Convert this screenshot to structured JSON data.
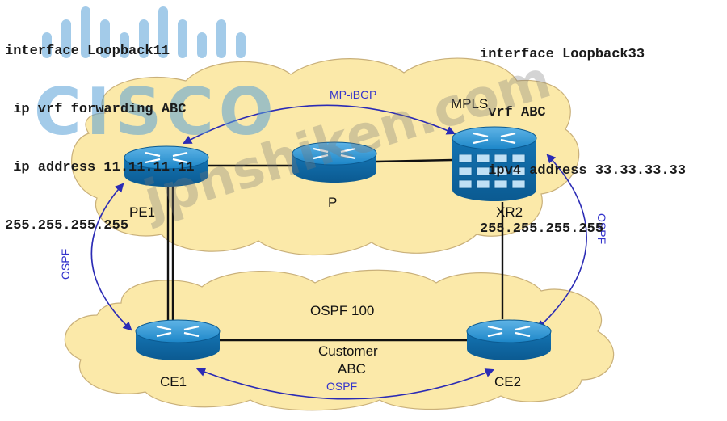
{
  "config_left": {
    "lines": [
      "interface Loopback11",
      " ip vrf forwarding ABC",
      " ip address 11.11.11.11",
      "255.255.255.255"
    ]
  },
  "config_right": {
    "lines": [
      "interface Loopback33",
      " vrf ABC",
      " ipv4 address 33.33.33.33",
      "255.255.255.255"
    ]
  },
  "clouds": {
    "top_label": "MPLS",
    "bottom_label": "OSPF 100",
    "customer_line1": "Customer",
    "customer_line2": "ABC"
  },
  "links": {
    "mp_ibgp": "MP-iBGP",
    "ospf_left": "OSPF",
    "ospf_right": "OSPF",
    "ospf_bottom": "OSPF"
  },
  "routers": {
    "pe1": "PE1",
    "p": "P",
    "xr2": "XR2",
    "ce1": "CE1",
    "ce2": "CE2"
  },
  "watermarks": {
    "logo": "CISCO",
    "site": "jpnshiken.com"
  },
  "colors": {
    "cloud_fill": "#fbe9a9",
    "cloud_stroke": "#c9b07a",
    "router_blue": "#1b7fc0",
    "link_label_blue": "#3333cc",
    "arrow_blue": "#2b2bb5"
  }
}
